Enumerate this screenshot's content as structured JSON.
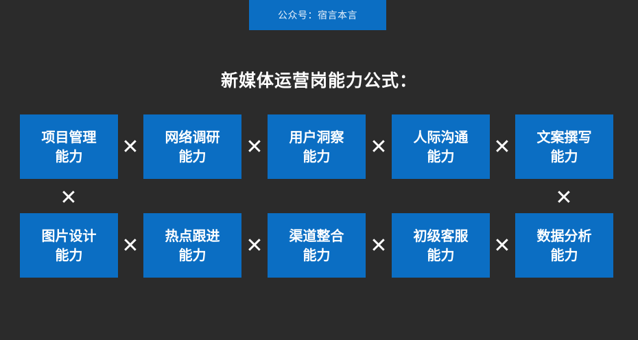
{
  "header": {
    "tag": "公众号：宿言本言"
  },
  "title": "新媒体运营岗能力公式：",
  "operator": "✕",
  "row1": [
    {
      "line1": "项目管理",
      "line2": "能力"
    },
    {
      "line1": "网络调研",
      "line2": "能力"
    },
    {
      "line1": "用户洞察",
      "line2": "能力"
    },
    {
      "line1": "人际沟通",
      "line2": "能力"
    },
    {
      "line1": "文案撰写",
      "line2": "能力"
    }
  ],
  "row2": [
    {
      "line1": "图片设计",
      "line2": "能力"
    },
    {
      "line1": "热点跟进",
      "line2": "能力"
    },
    {
      "line1": "渠道整合",
      "line2": "能力"
    },
    {
      "line1": "初级客服",
      "line2": "能力"
    },
    {
      "line1": "数据分析",
      "line2": "能力"
    }
  ]
}
